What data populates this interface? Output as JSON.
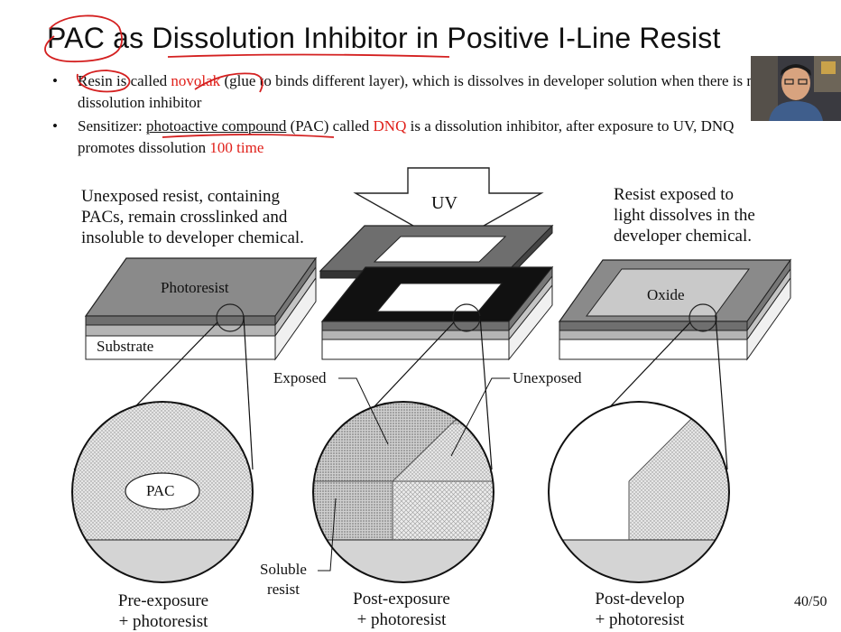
{
  "title": {
    "part1": "PAC",
    "part2": " as ",
    "part3": "Dissolution Inhibitor",
    "part4": " in Positive I-Line Resist"
  },
  "bullets": [
    {
      "a": "Resin",
      "b": " is called ",
      "c": "novolak",
      "d": " (glue to binds different layer), which is dissolves in developer solution when there is no dissolution inhibitor"
    },
    {
      "a": "Sensitizer: ",
      "b": "photoactive compound",
      "c": " (PAC) called ",
      "d": "DNQ",
      "e": " is a dissolution inhibitor, after exposure to UV, DNQ promotes dissolution ",
      "f": "100 time"
    }
  ],
  "figure": {
    "caption_left": "Unexposed resist, containing\nPACs, remain crosslinked and\ninsoluble to developer chemical.",
    "caption_right": "Resist exposed to\nlight dissolves in the\ndeveloper chemical.",
    "uv": "UV",
    "photoresist": "Photoresist",
    "substrate": "Substrate",
    "oxide": "Oxide",
    "exposed": "Exposed",
    "unexposed": "Unexposed",
    "pac": "PAC",
    "soluble": "Soluble\nresist",
    "bottom": [
      "Pre-exposure\n+ photoresist",
      "Post-exposure\n+ photoresist",
      "Post-develop\n+ photoresist"
    ]
  },
  "page_number": "40/50",
  "colors": {
    "red_text": "#e0201a",
    "annotation_ink": "#d42020",
    "resist_gray": "#8a8a8a",
    "mask_black": "#111111"
  }
}
